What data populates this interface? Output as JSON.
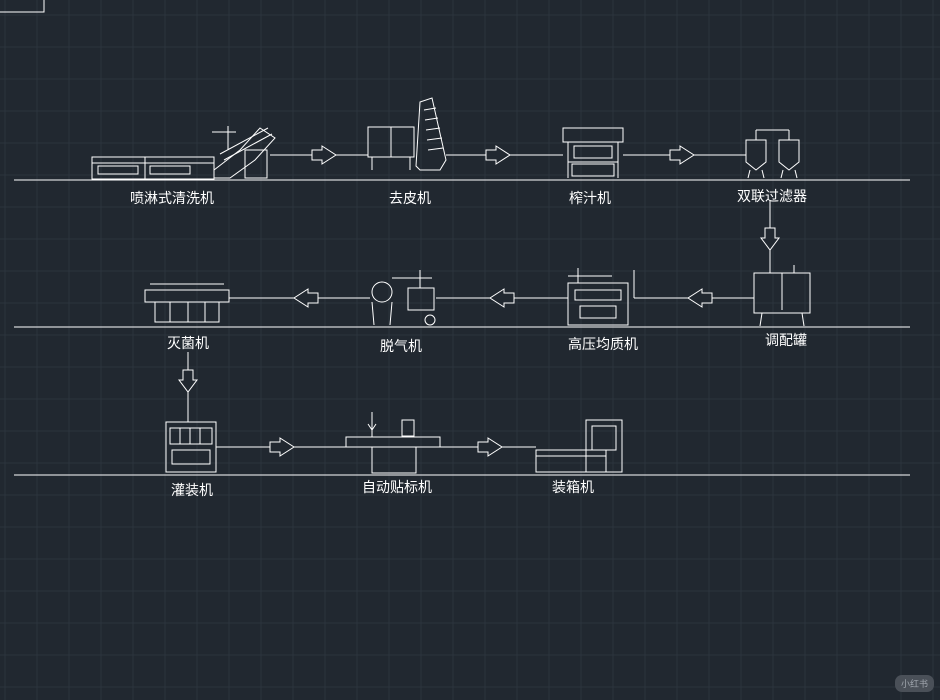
{
  "diagram": {
    "rows": [
      [
        "喷淋式清洗机",
        "去皮机",
        "榨汁机",
        "双联过滤器"
      ],
      [
        "灭菌机",
        "脱气机",
        "高压均质机",
        "调配罐"
      ],
      [
        "灌装机",
        "自动贴标机",
        "装箱机"
      ]
    ]
  },
  "watermark": "小红书",
  "colors": {
    "background": "#212830",
    "line": "#ffffff",
    "grid": "#2c343d"
  }
}
